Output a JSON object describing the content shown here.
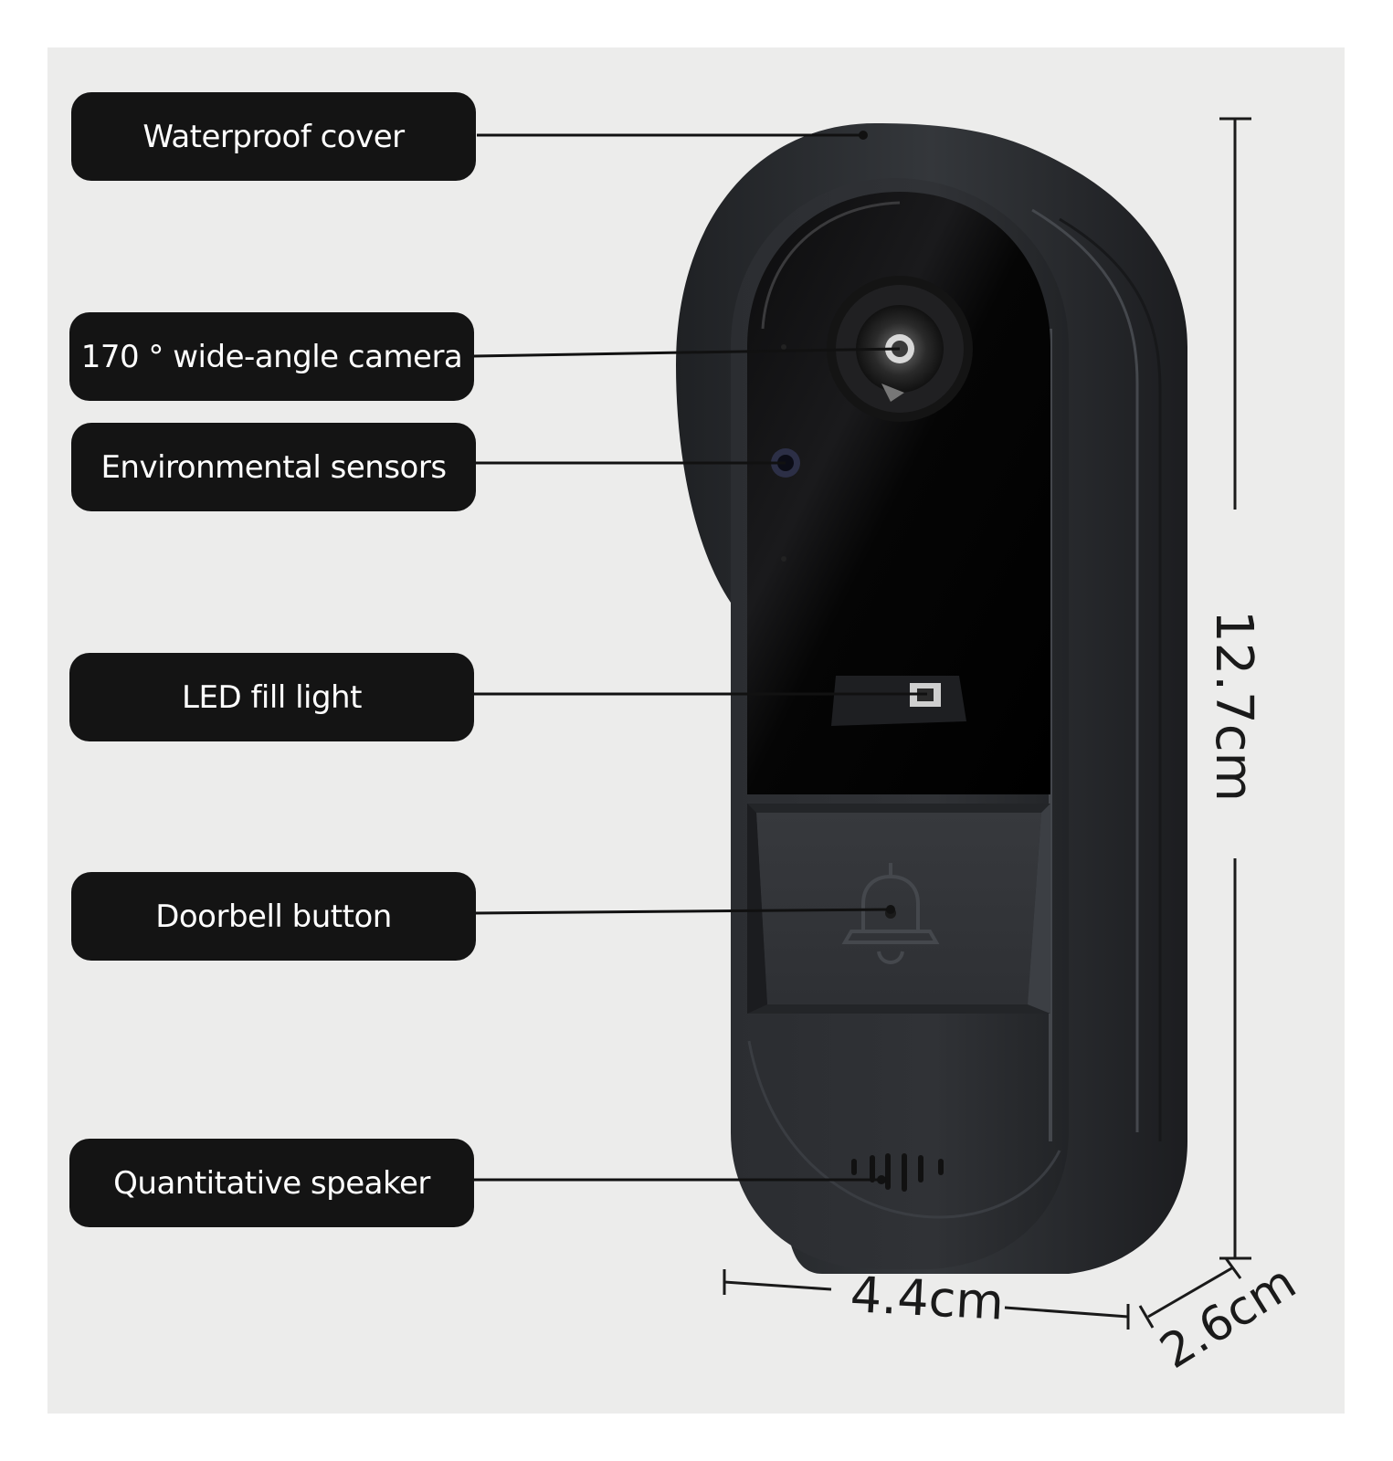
{
  "labels": {
    "waterproof_cover": "Waterproof cover",
    "camera": "170 ° wide-angle camera",
    "sensors": "Environmental sensors",
    "led_light": "LED fill light",
    "doorbell_button": "Doorbell button",
    "speaker": "Quantitative speaker"
  },
  "dimensions": {
    "height": "12.7cm",
    "width": "4.4cm",
    "depth": "2.6cm"
  },
  "colors": {
    "background": "#ececeb",
    "label_fill": "#141414",
    "label_text": "#ffffff",
    "device_body": "#2a2c30",
    "device_face": "#050505"
  },
  "icons": [
    "bell-icon"
  ]
}
